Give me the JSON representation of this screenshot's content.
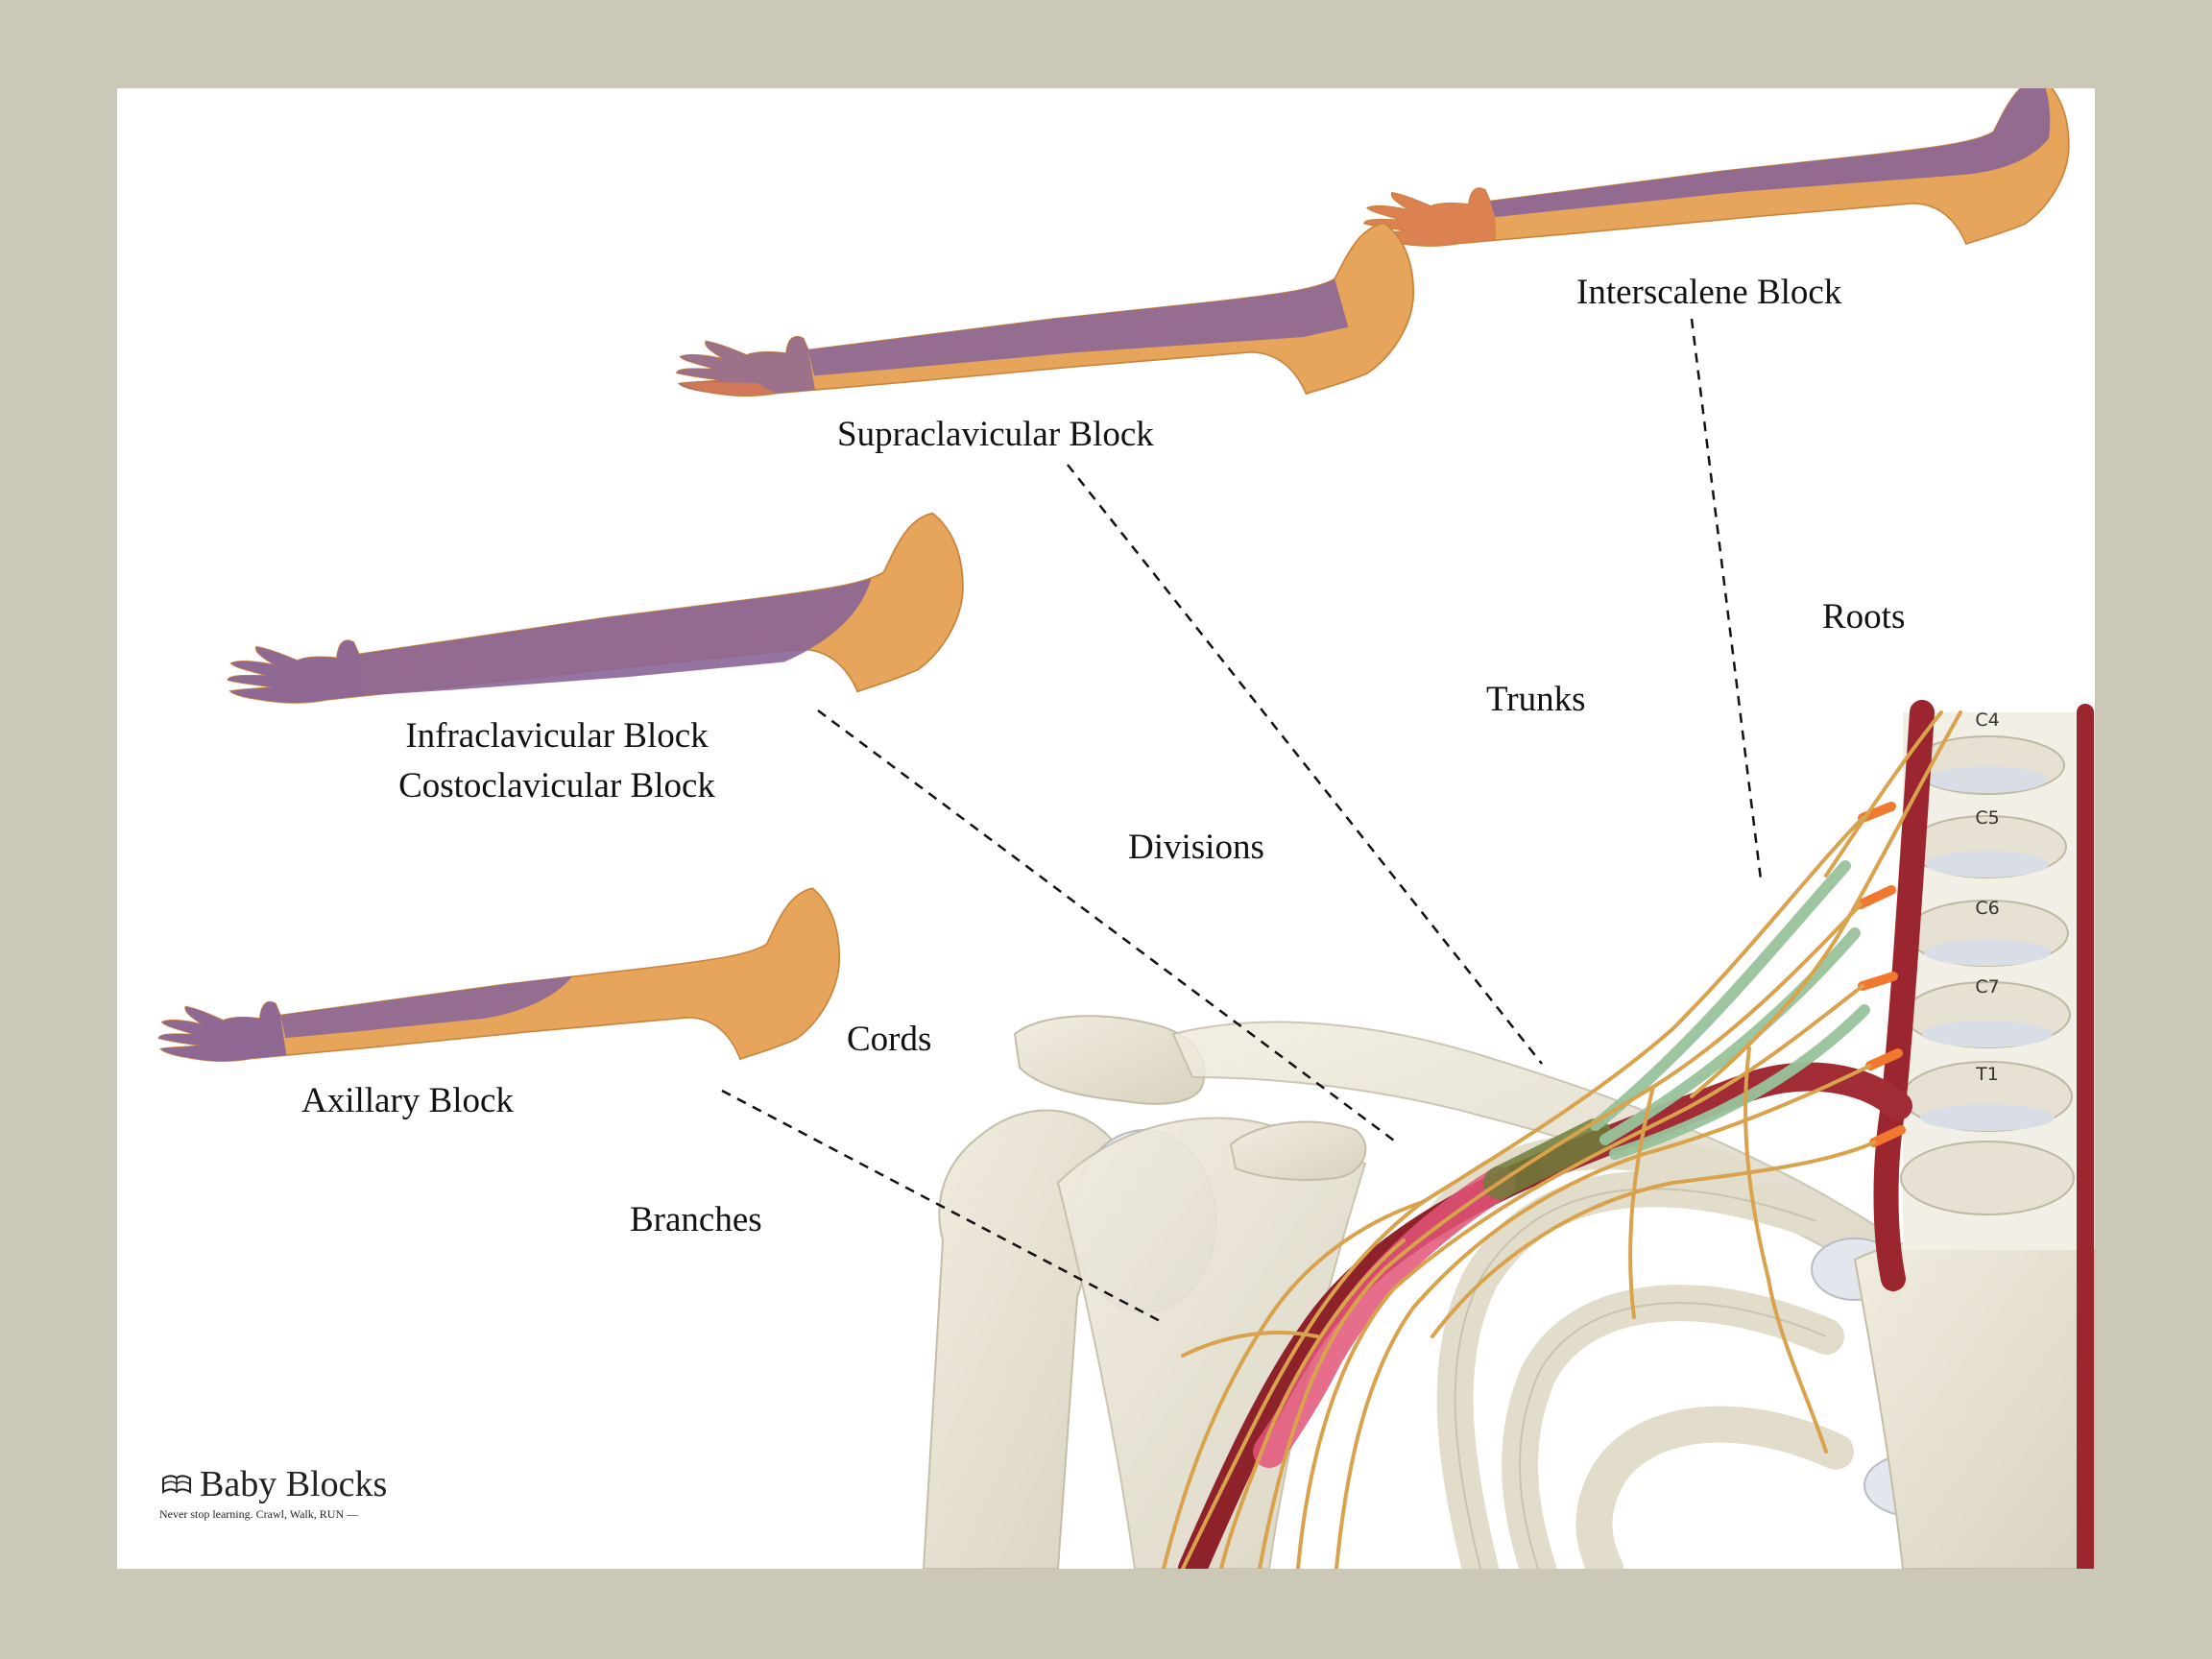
{
  "blocks": {
    "interscalene": "Interscalene Block",
    "supraclavicular": "Supraclavicular Block",
    "infraclavicular": "Infraclavicular Block",
    "costoclavicular": "Costoclavicular Block",
    "axillary": "Axillary Block"
  },
  "plexus": {
    "roots": "Roots",
    "trunks": "Trunks",
    "divisions": "Divisions",
    "cords": "Cords",
    "branches": "Branches"
  },
  "vertebrae": [
    "C4",
    "C5",
    "C6",
    "C7",
    "T1"
  ],
  "brand": {
    "name": "Baby Blocks",
    "tagline": "Never stop learning. Crawl, Walk, RUN —"
  },
  "colors": {
    "background": "#cbc8b7",
    "panel": "#ffffff",
    "skin": "#e6a55b",
    "anesthetized": "#8a6597",
    "hand_numb": "#d9794d",
    "bone": "#e8e4d6",
    "nerve": "#d9a24c",
    "artery": "#9b2630",
    "cord_highlight": "#e25478",
    "trunk_highlight": "#98c29a"
  },
  "icons": {
    "brand_logo": "book-stack-icon"
  }
}
